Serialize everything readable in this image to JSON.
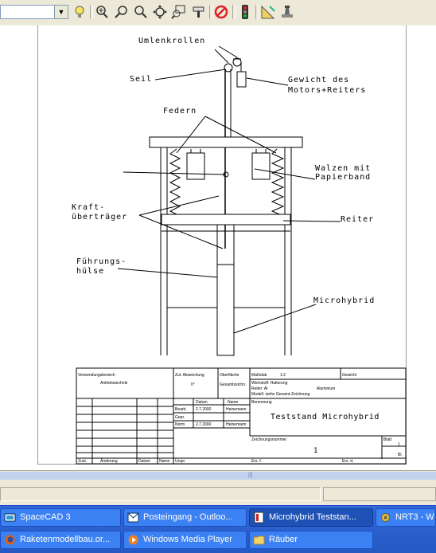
{
  "drawing": {
    "labels": {
      "umlenkrollen": "Umlenkrollen",
      "seil": "Seil",
      "gewicht_line1": "Gewicht des",
      "gewicht_line2": "Motors+Reiters",
      "federn": "Federn",
      "walzen_line1": "Walzen mit",
      "walzen_line2": "Papierband",
      "kraft_line1": "Kraft-",
      "kraft_line2": "überträger",
      "reiter": "Reiter",
      "fuehrung_line1": "Führungs-",
      "fuehrung_line2": "hülse",
      "microhybrid": "Microhybrid"
    },
    "titleblock": {
      "verwendungsbereich": "Verwendungsbereich",
      "verwendungsbereich_value": "Antriebstechnik",
      "zul_abweichung": "Zul. Abweichung",
      "oberflaeche": "Oberfläche",
      "massstab": "Maßstab",
      "massstab_value": "1:2",
      "gewicht": "Gewicht",
      "werkstoff": "Werkstoff: Halterung",
      "werkstoff2": "Reiter: Al",
      "werkstoff3": "Aluminium",
      "werkstoff4": "Modell: siehe Gesamt-Zeichnung",
      "row_tol": "0°",
      "row_gesamt": "Gesamtzeichn.",
      "datum": "Datum",
      "name": "Name",
      "benennung": "Benennung",
      "bearb": "Bearb.",
      "bearb_date": "2.7.2000",
      "bearb_name": "Heinemann",
      "gepr": "Gepr.",
      "norm": "Norm",
      "norm_date": "2.7.2000",
      "norm_name": "Heinemann",
      "title": "Teststand Microhybrid",
      "zeichnungsnummer": "Zeichnungsnummer",
      "zeichnungsnummer_value": "1",
      "blatt": "Blatt",
      "blatt_value": "1",
      "bl": "Bl.",
      "zust": "Zust.",
      "aenderung": "Änderung",
      "datum2": "Datum",
      "name2": "Name",
      "urspr": "Urspr.",
      "ers_f": "Ers. f.",
      "ers_d": "Ers. d."
    }
  },
  "taskbar": {
    "row1": [
      {
        "label": "SpaceCAD 3",
        "icon": "spacecad-icon"
      },
      {
        "label": "Posteingang - Outloo...",
        "icon": "outlook-icon"
      },
      {
        "label": "Microhybrid Teststan...",
        "icon": "cad-document-icon"
      },
      {
        "label": "NRT3 - W",
        "icon": "nrt3-icon"
      }
    ],
    "row2": [
      {
        "label": "Raketenmodellbau.or...",
        "icon": "firefox-icon"
      },
      {
        "label": "Windows Media Player",
        "icon": "media-player-icon"
      },
      {
        "label": "Räuber",
        "icon": "folder-icon"
      }
    ]
  }
}
